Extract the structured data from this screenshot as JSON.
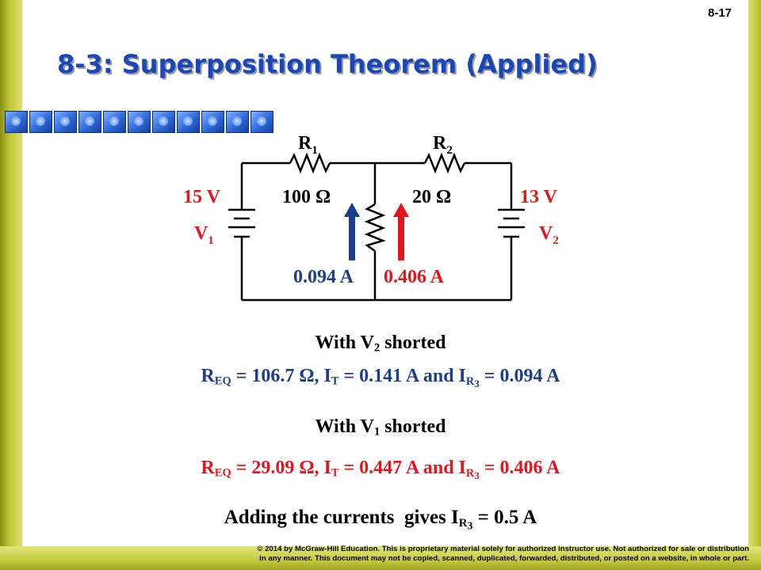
{
  "page_number": "8-17",
  "title": "8-3: Superposition Theorem (Applied)",
  "colors": {
    "title": "#1a47b8",
    "red": "#e4161c",
    "arrow_blue": "#1b3f8a",
    "text": "#000000"
  },
  "circuit": {
    "r1": {
      "name": "R",
      "sub": "1",
      "value": "100 Ω"
    },
    "r2": {
      "name": "R",
      "sub": "2",
      "value": "20 Ω"
    },
    "v1": {
      "name": "V",
      "sub": "1",
      "value": "15 V"
    },
    "v2": {
      "name": "V",
      "sub": "2",
      "value": "13 V"
    },
    "i_from_v1": "0.094 A",
    "i_from_v2": "0.406 A"
  },
  "equations": {
    "case1": {
      "pre": "With V",
      "sub": "2",
      "post": " shorted"
    },
    "case1_result": {
      "r": "R",
      "r_sub": "EQ",
      "r_val": " = 106.7 Ω, I",
      "t_sub": "T",
      "t_val": " = 0.141 A and I",
      "i_sub": "R",
      "i_subsub": "3",
      "i_val": " = 0.094 A"
    },
    "case2": {
      "pre": "With V",
      "sub": "1",
      "post": " shorted"
    },
    "case2_result": {
      "r": "R",
      "r_sub": "EQ",
      "r_val": " = 29.09 Ω, I",
      "t_sub": "T",
      "t_val": " = 0.447 A and I",
      "i_sub": "R",
      "i_subsub": "3",
      "i_val": " = 0.406 A"
    },
    "total": {
      "pre": "Adding the currents  gives I",
      "sub": "R",
      "subsub": "3",
      "val": " = 0.5 A"
    }
  },
  "footer": {
    "line1": "© 2014 by McGraw-Hill Education. This is proprietary material solely for authorized instructor use. Not authorized for sale or distribution",
    "line2": "in any manner. This document may not be copied, scanned, duplicated, forwarded, distributed, or posted on a website, in whole or part."
  }
}
